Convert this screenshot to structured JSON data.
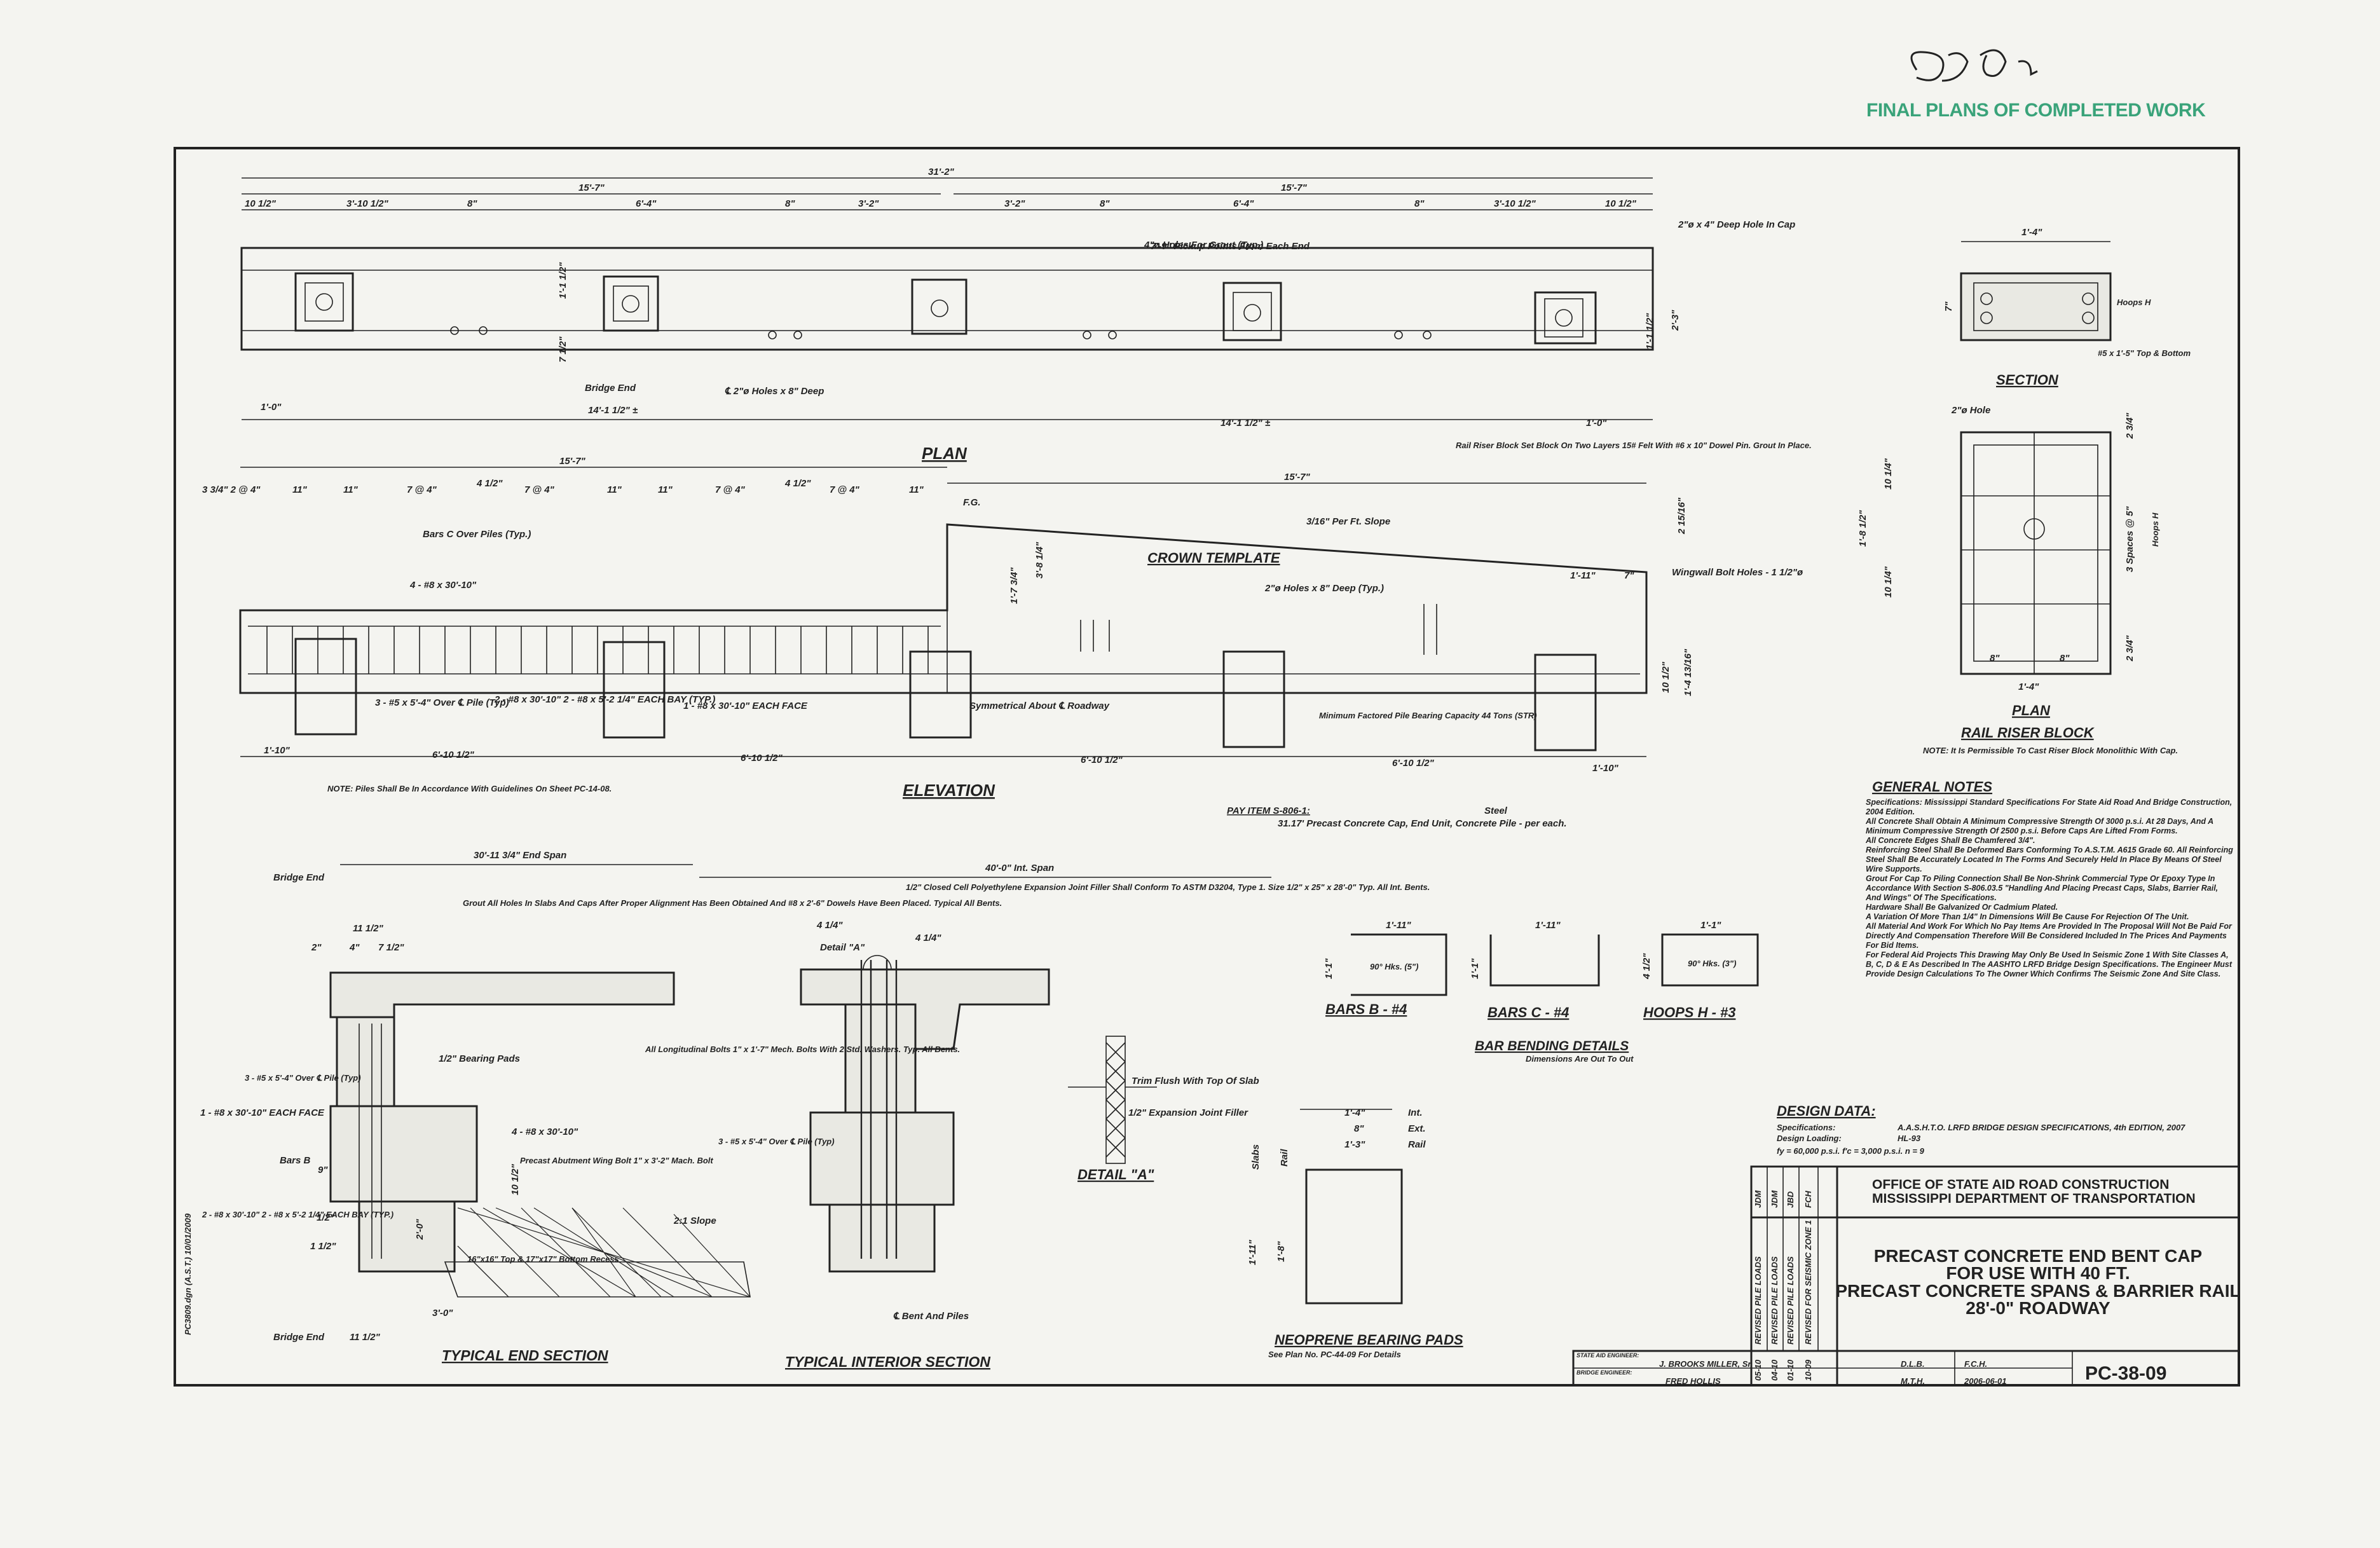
{
  "stamp": {
    "label": "FINAL PLANS OF COMPLETED WORK"
  },
  "plan": {
    "title": "PLAN",
    "overall": "31'-2\"",
    "half_left": "15'-7\"",
    "half_right": "15'-7\"",
    "dims_top": [
      "10 1/2\"",
      "3'-10 1/2\"",
      "8\"",
      "6'-4\"",
      "8\"",
      "3'-2\"",
      "3'-2\"",
      "8\"",
      "6'-4\"",
      "8\"",
      "3'-10 1/2\"",
      "10 1/2\""
    ],
    "holes_note": "4\"ø Holes For Grout (Typ.)",
    "pickup_note": "7'-9\" Pickup Points From Each End",
    "cap_hole_note": "2\"ø x 4\" Deep Hole In Cap",
    "bridge_end": "Bridge End",
    "cl_holes": "℄ 2\"ø Holes x 8\" Deep",
    "end_dim": "1'-0\"",
    "span_dim": "14'-1 1/2\" ±",
    "side_dims": [
      "1'-1 1/2\"",
      "7 1/2\"",
      "1'-1 1/2\"",
      "2'-3\""
    ],
    "riser_note": "Rail Riser Block Set Block On Two Layers 15# Felt With #6 x 10\" Dowel Pin. Grout In Place."
  },
  "elevation": {
    "title": "ELEVATION",
    "crown": "CROWN TEMPLATE",
    "slope": "3/16\" Per Ft. Slope",
    "holes": "2\"ø Holes x 8\" Deep (Typ.)",
    "wingwall": "Wingwall Bolt Holes - 1 1/2\"ø",
    "bars_over_piles": "Bars C Over Piles (Typ.)",
    "bars_4": "4 - #8 x 30'-10\"",
    "bars_3": "3 - #5 x 5'-4\" Over ℄ Pile (Typ)",
    "bars_2": "2 - #8 x 30'-10\" 2 - #8 x 5'-2 1/4\" EACH BAY (TYP.)",
    "bars_1": "1 - #8 x 30'-10\" EACH FACE",
    "symmetrical": "Symmetrical About ℄ Roadway",
    "bearing": "Minimum Factored Pile Bearing Capacity 44 Tons (STR)",
    "fg": "F.G.",
    "dims": [
      "1'-10\"",
      "6'-10 1/2\"",
      "6'-10 1/2\"",
      "6'-10 1/2\"",
      "6'-10 1/2\"",
      "1'-10\"",
      "1'-11\"",
      "7\""
    ],
    "top_dims": [
      "3 3/4\" 2 @ 4\"",
      "11\"",
      "11\"",
      "7 @ 4\"",
      "4 1/2\"",
      "7 @ 4\"",
      "11\"",
      "11\"",
      "7 @ 4\"",
      "4 1/2\"",
      "7 @ 4\"",
      "11\""
    ],
    "half": "15'-7\"",
    "half2": "15'-7\"",
    "side": [
      "1'-7 3/4\"",
      "3'-8 1/4\"",
      "2 15/16\"",
      "10 1/2\"",
      "1'-4 13/16\""
    ],
    "note": "NOTE: Piles Shall Be In Accordance With Guidelines On Sheet PC-14-08."
  },
  "pay": {
    "item": "PAY ITEM S-806-1:",
    "text": "31.17' Precast Concrete Cap, End Unit, Concrete Pile - per each.",
    "steel": "Steel"
  },
  "section": {
    "title": "SECTION",
    "width": "1'-4\"",
    "height": "7\"",
    "hoops": "Hoops H",
    "bars": "#5 x 1'-5\" Top & Bottom"
  },
  "riser": {
    "title": "PLAN",
    "subtitle": "RAIL RISER BLOCK",
    "note": "NOTE: It Is Permissible To Cast Riser Block Monolithic With Cap.",
    "hole": "2\"ø Hole",
    "dims_left": [
      "1'-8 1/2\"",
      "10 1/4\"",
      "10 1/4\""
    ],
    "dims_right": [
      "2 3/4\"",
      "3 Spaces @ 5\"",
      "2 3/4\""
    ],
    "hoops": "Hoops H",
    "bottom": [
      "8\"",
      "8\"",
      "1'-4\""
    ]
  },
  "general_notes": {
    "title": "GENERAL NOTES",
    "items": [
      "Specifications: Mississippi Standard Specifications For State Aid Road And Bridge Construction, 2004 Edition.",
      "All Concrete Shall Obtain A Minimum Compressive Strength Of 3000 p.s.i. At 28 Days, And A Minimum Compressive Strength Of 2500 p.s.i. Before Caps Are Lifted From Forms.",
      "All Concrete Edges Shall Be Chamfered 3/4\".",
      "Reinforcing Steel Shall Be Deformed Bars Conforming To A.S.T.M. A615 Grade 60. All Reinforcing Steel Shall Be Accurately Located In The Forms And Securely Held In Place By Means Of Steel Wire Supports.",
      "Grout For Cap To Piling Connection Shall Be Non-Shrink Commercial Type Or Epoxy Type In Accordance With Section S-806.03.5 \"Handling And Placing Precast Caps, Slabs, Barrier Rail, And Wings\" Of The Specifications.",
      "Hardware Shall Be Galvanized Or Cadmium Plated.",
      "A Variation Of More Than 1/4\" In Dimensions Will Be Cause For Rejection Of The Unit.",
      "All Material And Work For Which No Pay Items Are Provided In The Proposal Will Not Be Paid For Directly And Compensation Therefore Will Be Considered Included In The Prices And Payments For Bid Items.",
      "For Federal Aid Projects This Drawing May Only Be Used In Seismic Zone 1 With Site Classes A, B, C, D & E As Described In The AASHTO LRFD Bridge Design Specifications. The Engineer Must Provide Design Calculations To The Owner Which Confirms The Seismic Zone And Site Class."
    ]
  },
  "bars": {
    "b_title": "BARS B - #4",
    "b_dim": "1'-11\"",
    "b_side": "1'-1\"",
    "b_hk": "90° Hks. (5\")",
    "c_title": "BARS C - #4",
    "c_dim": "1'-11\"",
    "c_side": "1'-1\"",
    "h_title": "HOOPS H - #3",
    "h_dim": "1'-1\"",
    "h_side": "4 1/2\"",
    "h_hk": "90° Hks. (3\")",
    "details": "BAR BENDING DETAILS",
    "details_sub": "Dimensions Are Out To Out"
  },
  "design": {
    "title": "DESIGN DATA:",
    "spec_label": "Specifications:",
    "spec": "A.A.S.H.T.O. LRFD BRIDGE DESIGN SPECIFICATIONS, 4th EDITION, 2007",
    "loading_label": "Design Loading:",
    "loading": "HL-93",
    "stress": "fy = 60,000 p.s.i.  f'c = 3,000 p.s.i.  n = 9"
  },
  "typical_end": {
    "title": "TYPICAL END SECTION",
    "span": "30'-11 3/4\" End Span",
    "bridge_end": "Bridge End",
    "grout": "Grout All Holes In Slabs And Caps After Proper Alignment Has Been Obtained And #8 x 2'-6\" Dowels Have Been Placed. Typical All Bents.",
    "pads": "1/2\" Bearing Pads",
    "bars3": "3 - #5 x 5'-4\" Over ℄ Pile (Typ)",
    "bars1": "1 - #8 x 30'-10\" EACH FACE",
    "barsb": "Bars B",
    "bars4": "4 - #8 x 30'-10\"",
    "wing": "Precast Abutment Wing Bolt 1\" x 3'-2\" Mach. Bolt",
    "bars2": "2 - #8 x 30'-10\" 2 - #8 x 5'-2 1/4\" EACH BAY (TYP.)",
    "slope": "2:1 Slope",
    "recess": "16\"x16\" Top & 17\"x17\" Bottom Recess",
    "dims": [
      "11 1/2\"",
      "2\"",
      "4\"",
      "7 1/2\"",
      "9\"",
      "10 1/2\"",
      "1/2\"",
      "1 1/2\"",
      "3'-0\"",
      "11 1/2\"",
      "2'-0\""
    ],
    "bridge_end2": "Bridge End"
  },
  "typical_interior": {
    "title": "TYPICAL INTERIOR SECTION",
    "span": "40'-0\" Int. Span",
    "filler": "1/2\" Closed Cell Polyethylene Expansion Joint Filler Shall Conform To ASTM D3204, Type 1. Size 1/2\" x 25\" x 28'-0\" Typ. All Int. Bents.",
    "detail": "Detail \"A\"",
    "bolts": "All Longitudinal Bolts 1\" x 1'-7\" Mech. Bolts With 2 Std. Washers. Typ. All Bents.",
    "bars3": "3 - #5 x 5'-4\" Over ℄ Pile (Typ)",
    "cl": "℄ Bent And Piles",
    "dims": [
      "4 1/4\"",
      "4 1/4\""
    ]
  },
  "detail_a": {
    "title": "DETAIL \"A\"",
    "trim": "Trim Flush With Top Of Slab",
    "filler": "1/2\" Expansion Joint Filler"
  },
  "neoprene": {
    "title": "NEOPRENE BEARING PADS",
    "sub": "See Plan No. PC-44-09 For Details",
    "rows": [
      [
        "1'-4\"",
        "Int."
      ],
      [
        "8\"",
        "Ext."
      ],
      [
        "1'-3\"",
        "Rail"
      ]
    ],
    "slabs": "Slabs",
    "rail": "Rail",
    "side1": "1'-11\"",
    "side2": "1'-8\""
  },
  "office": {
    "line1": "OFFICE OF STATE AID ROAD CONSTRUCTION",
    "line2": "MISSISSIPPI DEPARTMENT OF TRANSPORTATION"
  },
  "drawing_title": {
    "line1": "PRECAST CONCRETE END BENT CAP",
    "line2": "FOR USE WITH 40 FT.",
    "line3": "PRECAST CONCRETE SPANS & BARRIER RAIL",
    "line4": "28'-0\" ROADWAY"
  },
  "revisions": [
    "REVISED PILE LOADS",
    "REVISED PILE LOADS",
    "REVISED PILE LOADS",
    "REVISED FOR SEISMIC ZONE 1"
  ],
  "revision_dates": [
    "05-10",
    "04-10",
    "01-10",
    "10-09"
  ],
  "revision_by": [
    "JDM",
    "JDM",
    "JBD",
    "FCH"
  ],
  "titleblock": {
    "state_engineer_label": "STATE AID ENGINEER:",
    "state_engineer": "J. BROOKS MILLER, Sr.",
    "bridge_engineer_label": "BRIDGE ENGINEER:",
    "bridge_engineer": "FRED HOLLIS",
    "designed": "D.L.B.",
    "checked": "F.C.H.",
    "drawn": "M.T.H.",
    "date": "2006-06-01",
    "sheet_no": "PC-38-09"
  },
  "side_note": "PC3809.dgn (A.S.T.) 10/01/2009"
}
